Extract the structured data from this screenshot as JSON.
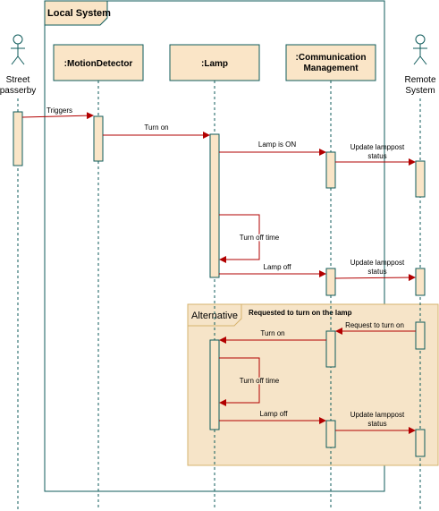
{
  "frame": {
    "title": "Local System"
  },
  "actors": {
    "passerby": [
      "Street",
      "passerby"
    ],
    "remote": [
      "Remote",
      "System"
    ]
  },
  "participants": {
    "motion_detector": ":MotionDetector",
    "lamp": ":Lamp",
    "comm": [
      ":Communication",
      "Management"
    ]
  },
  "messages": {
    "triggers": "Triggers",
    "turn_on_1": "Turn on",
    "lamp_is_on": "Lamp is ON",
    "update_status_1": [
      "Update lamppost",
      "status"
    ],
    "turn_off_time_1": "Turn off time",
    "lamp_off_1": "Lamp off",
    "update_status_2": [
      "Update lamppost",
      "status"
    ],
    "request_turn_on": "Request to turn on",
    "turn_on_2": "Turn on",
    "turn_off_time_2": "Turn off time",
    "lamp_off_2": "Lamp off",
    "update_status_3": [
      "Update lamppost",
      "status"
    ]
  },
  "alt_fragment": {
    "label": "Alternative",
    "guard": "Requested to turn on the lamp"
  },
  "colors": {
    "box_fill": "#fae5c7",
    "box_stroke": "#0f5b5b",
    "arrow": "#b20000",
    "alt_fill": "#f6e4c8",
    "alt_stroke": "#d6b36e"
  }
}
